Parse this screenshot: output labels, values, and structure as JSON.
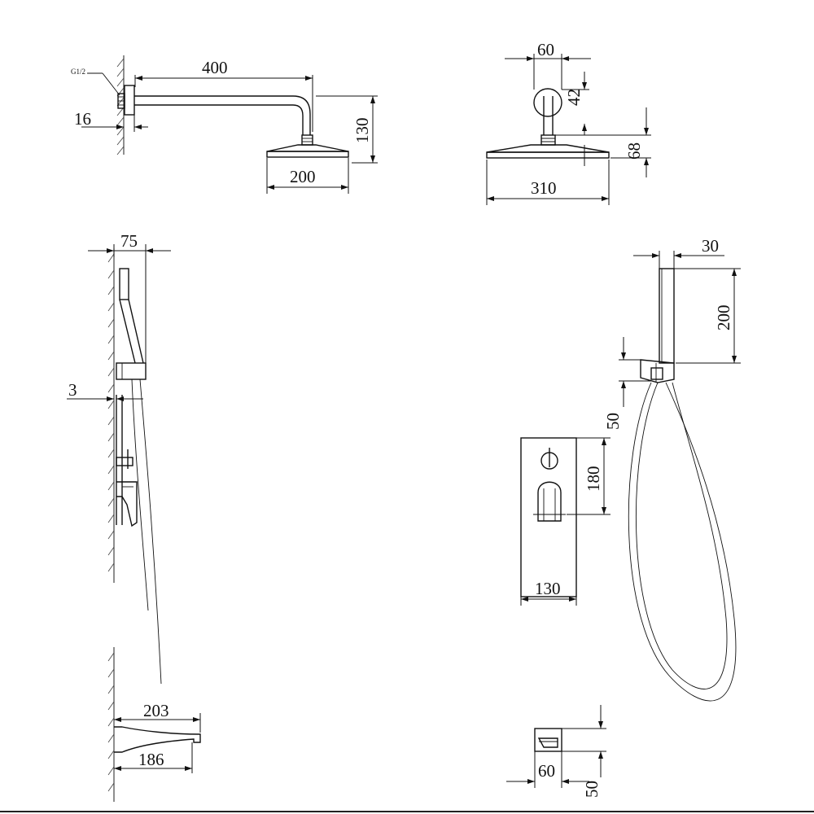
{
  "drawing": {
    "thread_note": "G1/2",
    "shower_arm": {
      "length": "400",
      "wall_gap": "16",
      "drop": "130",
      "head_width": "200"
    },
    "shower_head_front": {
      "flange": "60",
      "flange_offset": "42",
      "head_width": "310",
      "head_height": "68"
    },
    "side_elevation": {
      "depth": "75",
      "gap": "3",
      "spout_outer": "203",
      "spout_inner": "186"
    },
    "hand_shower": {
      "holder_width": "30",
      "handle_length": "200",
      "outlet_drop": "50"
    },
    "mixer_plate": {
      "height": "180",
      "width": "130"
    },
    "spout_front": {
      "width": "60",
      "height": "50"
    }
  }
}
